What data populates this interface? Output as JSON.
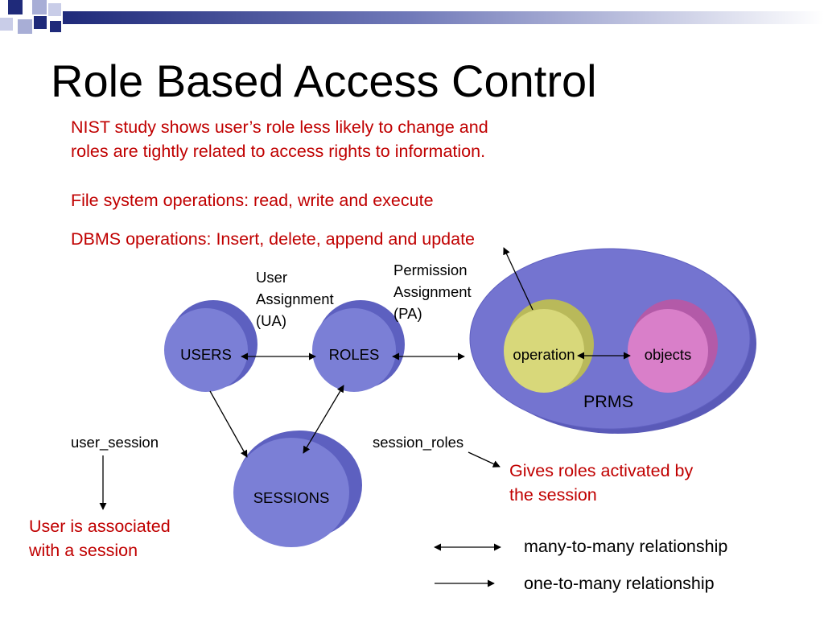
{
  "title": "Role Based Access Control",
  "intro": {
    "line1": "NIST study shows user’s role less likely to change and",
    "line2": "roles are tightly related to access rights to information.",
    "file_ops": "File system operations: read, write and execute",
    "dbms_ops": "DBMS operations: Insert, delete, append and update"
  },
  "nodes": {
    "users": "USERS",
    "roles": "ROLES",
    "sessions": "SESSIONS",
    "operation": "operation",
    "objects": "objects",
    "prms": "PRMS"
  },
  "labels": {
    "ua_line1": "User",
    "ua_line2": "Assignment",
    "ua_line3": "(UA)",
    "pa_line1": "Permission",
    "pa_line2": "Assignment",
    "pa_line3": "(PA)",
    "user_session": "user_session",
    "session_roles": "session_roles"
  },
  "notes": {
    "user_assoc_line1": "User is associated",
    "user_assoc_line2": "with a session",
    "gives_roles_line1": "Gives roles activated by",
    "gives_roles_line2": "the session"
  },
  "legend": {
    "many_to_many": "many-to-many relationship",
    "one_to_many": "one-to-many relationship"
  },
  "colors": {
    "accent_red": "#c00000",
    "circle_blue": "#7b7fd6",
    "prms_blue": "#7272cf",
    "operation_yellow": "#d8d87a",
    "objects_pink": "#d97fc9"
  }
}
